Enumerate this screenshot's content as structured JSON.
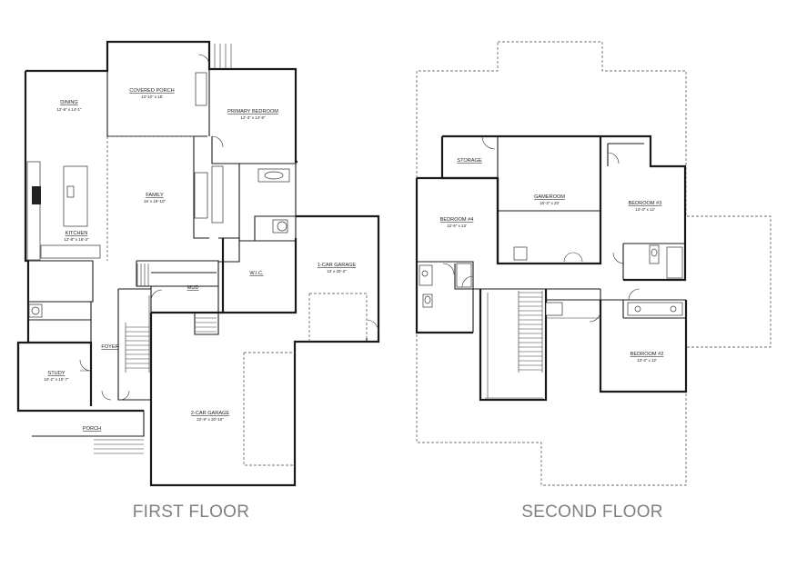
{
  "floors": {
    "first": {
      "title": "FIRST FLOOR",
      "rooms": {
        "dining": {
          "name": "DINING",
          "dim": "12'-6\" x 14'-1\""
        },
        "covered_porch": {
          "name": "COVERED PORCH",
          "dim": "13'-10\" x 15'"
        },
        "primary_bedroom": {
          "name": "PRIMARY BEDROOM",
          "dim": "12'-3\" x 14'-8\""
        },
        "family": {
          "name": "FAMILY",
          "dim": "16' x 19'-10\""
        },
        "kitchen": {
          "name": "KITCHEN",
          "dim": "12'-8\" x 16'-3\""
        },
        "mud": {
          "name": "MUD",
          "dim": ""
        },
        "wic": {
          "name": "W.I.C.",
          "dim": ""
        },
        "one_car_garage": {
          "name": "1-CAR GARAGE",
          "dim": "13' x 20'-2\""
        },
        "foyer": {
          "name": "FOYER",
          "dim": ""
        },
        "study": {
          "name": "STUDY",
          "dim": "10'-2\" x 10'-7\""
        },
        "porch": {
          "name": "PORCH",
          "dim": ""
        },
        "two_car_garage": {
          "name": "2-CAR GARAGE",
          "dim": "22'-8\" x 20'-10\""
        }
      }
    },
    "second": {
      "title": "SECOND FLOOR",
      "rooms": {
        "storage": {
          "name": "STORAGE",
          "dim": ""
        },
        "gameroom": {
          "name": "GAMEROOM",
          "dim": "16'-3\" x 20'"
        },
        "bedroom_3": {
          "name": "BEDROOM #3",
          "dim": "13'-3\" x 12'"
        },
        "bedroom_4": {
          "name": "BEDROOM #4",
          "dim": "12'-6\" x 13'"
        },
        "bedroom_2": {
          "name": "BEDROOM #2",
          "dim": "13'-3\" x 12'"
        }
      }
    }
  }
}
